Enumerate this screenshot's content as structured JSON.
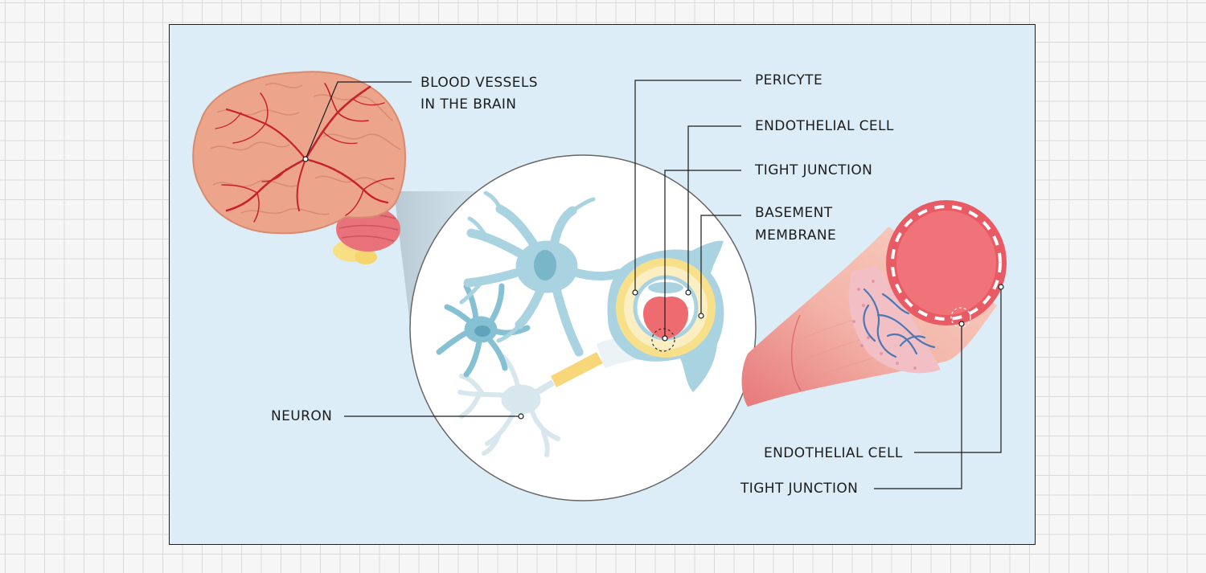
{
  "labels": {
    "blood_vessels_line1": "BLOOD VESSELS",
    "blood_vessels_line2": "IN THE BRAIN",
    "pericyte": "PERICYTE",
    "endothelial_cell_top": "ENDOTHELIAL CELL",
    "tight_junction_top": "TIGHT JUNCTION",
    "basement_membrane_line1": "BASEMENT",
    "basement_membrane_line2": "MEMBRANE",
    "neuron": "NEURON",
    "endothelial_cell_bottom": "ENDOTHELIAL CELL",
    "tight_junction_bottom": "TIGHT JUNCTION"
  },
  "colors": {
    "panel_background": "#dcedf7",
    "brain": "#eca58b",
    "blood_vessel": "#c8212b",
    "cerebellum": "#e9727a",
    "astrocyte": "#a9d3e0",
    "astrocyte_nucleus": "#78b6c8",
    "basement_membrane": "#f8e08a",
    "vessel_lumen": "#ee6b70",
    "neuron_pale": "#d8e6ee",
    "callout_line": "#1c1c1c"
  }
}
